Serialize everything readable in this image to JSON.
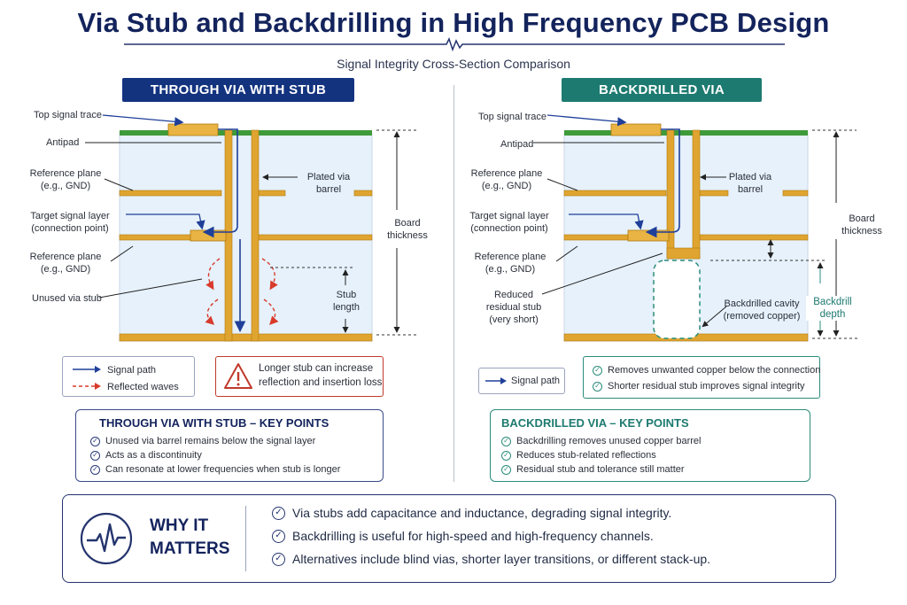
{
  "header": {
    "title": "Via Stub and Backdrilling in High Frequency PCB Design",
    "subtitle": "Signal Integrity Cross-Section Comparison"
  },
  "colors": {
    "navy": "#13235c",
    "teal": "#1d7a70",
    "copper": "#e0a530",
    "dielectric": "#e6f1fb",
    "solder_mask": "#3f9a3a",
    "reflection": "#d93a2b"
  },
  "left": {
    "banner": "THROUGH VIA WITH STUB",
    "labels": {
      "top_trace": "Top signal trace",
      "antipad": "Antipad",
      "ref_plane_1": "Reference plane",
      "ref_plane_1_sub": "(e.g., GND)",
      "target_layer": "Target signal layer",
      "target_layer_sub": "(connection point)",
      "ref_plane_2": "Reference plane",
      "ref_plane_2_sub": "(e.g., GND)",
      "unused_stub": "Unused via stub",
      "plated_barrel": "Plated via",
      "plated_barrel_2": "barrel",
      "board": "Board",
      "board_2": "thickness",
      "stub": "Stub",
      "stub_2": "length"
    },
    "legend": {
      "signal_path": "Signal path",
      "reflected": "Reflected waves"
    },
    "warning": {
      "line1": "Longer stub can increase",
      "line2": "reflection and insertion loss"
    },
    "key_points": {
      "title": "THROUGH VIA WITH STUB – KEY POINTS",
      "items": [
        "Unused via barrel remains below the signal layer",
        "Acts as a discontinuity",
        "Can resonate at lower frequencies when stub is longer"
      ]
    }
  },
  "right": {
    "banner": "BACKDRILLED VIA",
    "labels": {
      "top_trace": "Top signal trace",
      "antipad": "Antipad",
      "ref_plane_1": "Reference plane",
      "ref_plane_1_sub": "(e.g., GND)",
      "target_layer": "Target signal layer",
      "target_layer_sub": "(connection point)",
      "ref_plane_2": "Reference plane",
      "ref_plane_2_sub": "(e.g., GND)",
      "reduced_1": "Reduced",
      "reduced_2": "residual stub",
      "reduced_3": "(very short)",
      "plated_barrel": "Plated via",
      "plated_barrel_2": "barrel",
      "cavity_1": "Backdrilled cavity",
      "cavity_2": "(removed copper)",
      "board": "Board",
      "board_2": "thickness",
      "backdrill": "Backdrill",
      "backdrill_2": "depth"
    },
    "legend": {
      "signal_path": "Signal path"
    },
    "benefits": [
      "Removes unwanted copper below the connection",
      "Shorter residual stub improves signal integrity"
    ],
    "key_points": {
      "title": "BACKDRILLED VIA – KEY POINTS",
      "items": [
        "Backdrilling removes unused copper barrel",
        "Reduces stub-related reflections",
        "Residual stub and tolerance still matter"
      ]
    }
  },
  "why": {
    "title_1": "WHY IT",
    "title_2": "MATTERS",
    "items": [
      "Via stubs add capacitance and inductance, degrading signal integrity.",
      "Backdrilling is useful for high-speed and high-frequency channels.",
      "Alternatives include blind vias, shorter layer transitions, or different stack-up."
    ]
  }
}
